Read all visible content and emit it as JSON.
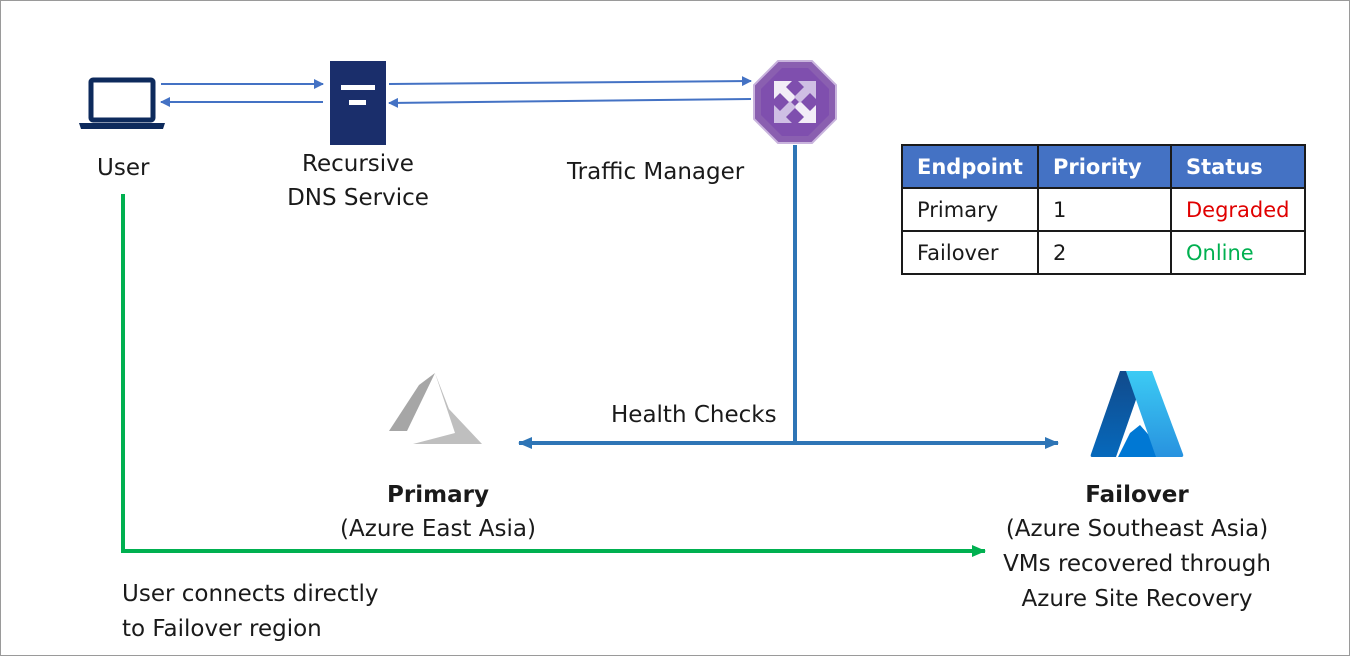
{
  "nodes": {
    "user": {
      "label": "User"
    },
    "dns": {
      "line1": "Recursive",
      "line2": "DNS Service"
    },
    "traffic_manager": {
      "label": "Traffic Manager"
    },
    "primary": {
      "title": "Primary",
      "subtitle": "(Azure East Asia)"
    },
    "failover": {
      "title": "Failover",
      "line1": "(Azure Southeast Asia)",
      "line2": "VMs recovered through",
      "line3": "Azure Site Recovery"
    }
  },
  "edges": {
    "health_checks": "Health Checks",
    "user_connect": {
      "line1": "User connects directly",
      "line2": "to Failover region"
    }
  },
  "endpoints_table": {
    "headers": [
      "Endpoint",
      "Priority",
      "Status"
    ],
    "rows": [
      {
        "endpoint": "Primary",
        "priority": "1",
        "status": "Degraded",
        "status_color": "#e00000"
      },
      {
        "endpoint": "Failover",
        "priority": "2",
        "status": "Online",
        "status_color": "#00b050"
      }
    ]
  },
  "colors": {
    "arrow_blue": "#4472c4",
    "health_line": "#2e75b6",
    "user_path": "#00b050",
    "table_header": "#4472c4",
    "dns_icon": "#1a2e6b",
    "laptop": "#0d2a5c",
    "traffic_manager": "#8a5fb0",
    "primary_azure": "#a6a6a6",
    "failover_azure": "#0078d4"
  },
  "icons": {
    "user": "laptop-icon",
    "dns": "dns-server-icon",
    "traffic_manager": "traffic-manager-icon",
    "primary": "azure-logo-gray-icon",
    "failover": "azure-logo-blue-icon"
  }
}
